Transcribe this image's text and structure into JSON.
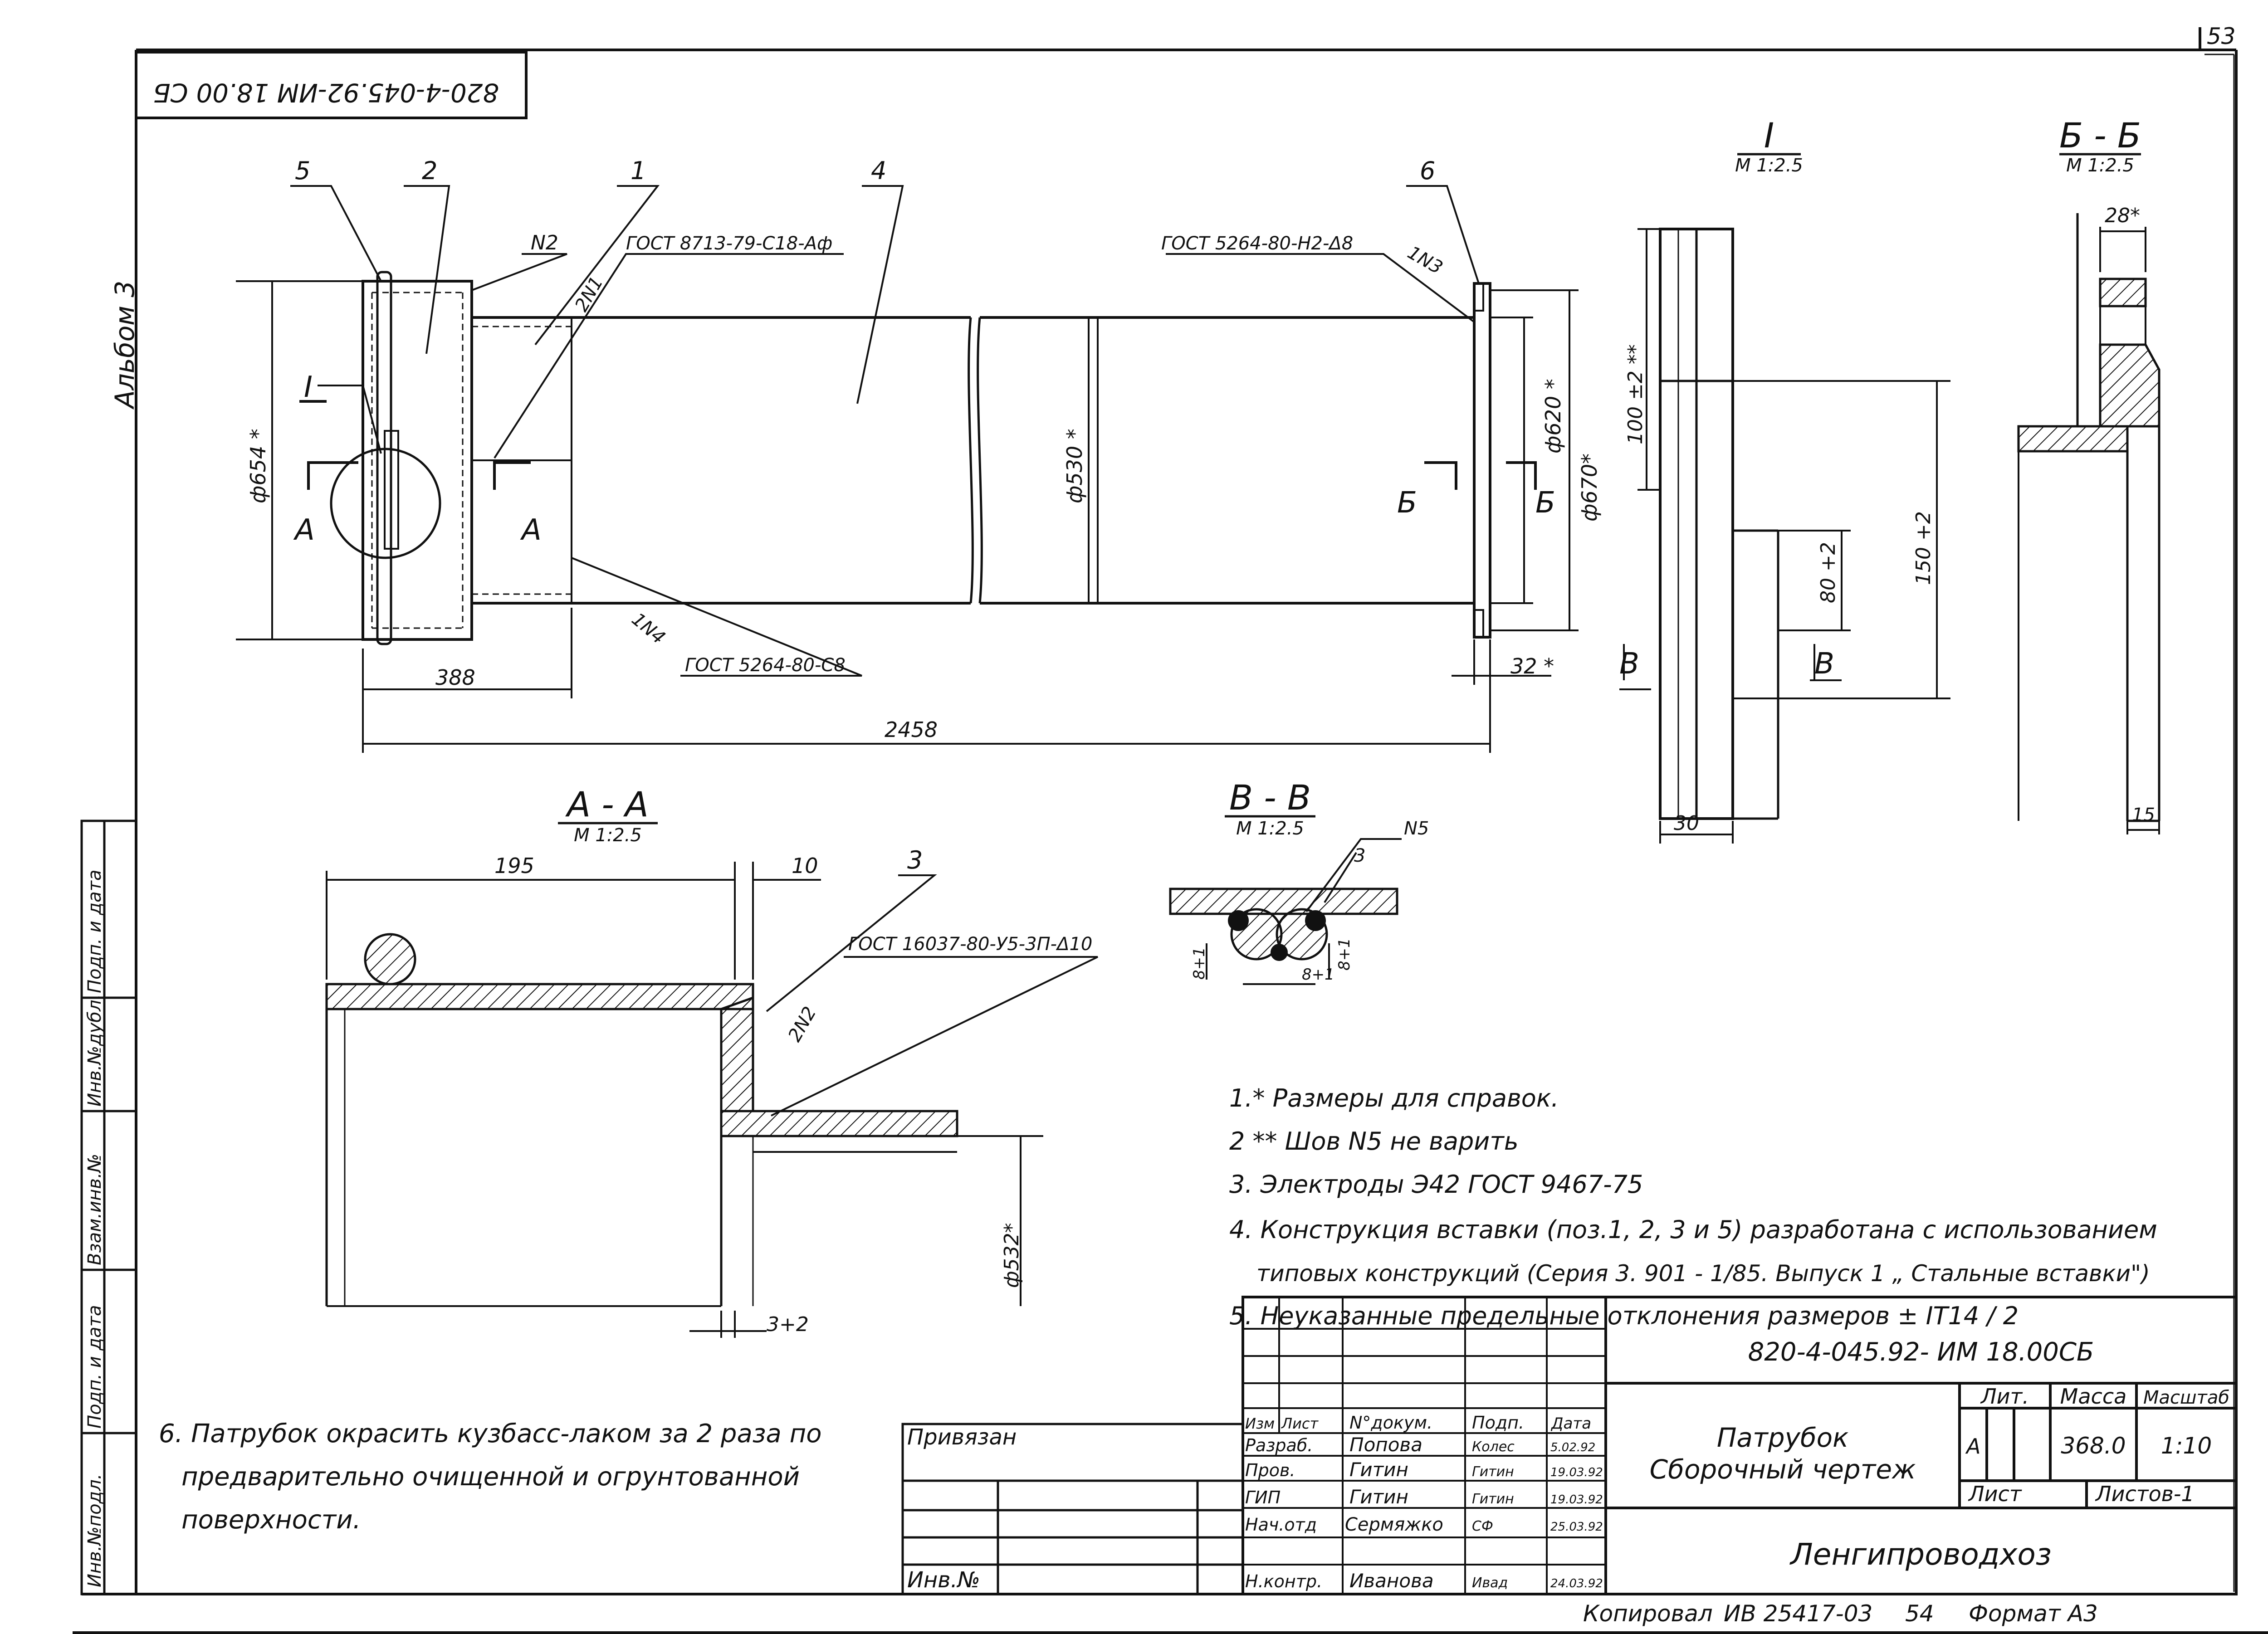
{
  "page_number": "53",
  "album": "Альбом 3",
  "doc_code_top_inverted": "820-4-045.92-ИМ 18.00 СБ",
  "side_stamp": [
    "Инв.№подл.",
    "Подп. и дата",
    "Взам.инв.№",
    "Инв.№дубл.",
    "Подп. и дата"
  ],
  "main_view": {
    "leaders": [
      "5",
      "2",
      "1",
      "4",
      "6"
    ],
    "weld_labels": [
      "N2",
      "2N1",
      "1N3",
      "1N4"
    ],
    "gost_1": "ГОСТ 8713-79-С18-Аф",
    "gost_2": "ГОСТ 5264-80-Н2-Δ8",
    "gost_3": "ГОСТ 5264-80-С8",
    "dims": {
      "d654": "ф654 *",
      "d530": "ф530 *",
      "d620": "ф620 *",
      "d670": "ф670*",
      "l388": "388",
      "l2458": "2458",
      "l32": "32 *"
    },
    "section_marks": [
      "I",
      "А",
      "А",
      "Б",
      "Б"
    ]
  },
  "detail_I": {
    "title": "I",
    "scale": "М 1:2.5",
    "dims": {
      "d100": "100 ±2 **",
      "d150": "150 +2",
      "d80": "80 +2",
      "d30": "30"
    },
    "marks": [
      "В",
      "В"
    ]
  },
  "section_BB": {
    "title": "Б - Б",
    "scale": "М 1:2.5",
    "dims": {
      "d28": "28*",
      "d15": "15"
    }
  },
  "section_AA": {
    "title": "А - А",
    "scale": "М 1:2.5",
    "dims": {
      "d195": "195",
      "d10": "10",
      "d532": "ф532*",
      "d3": "3+2"
    },
    "leader": "3",
    "weld": "2N2",
    "gost": "ГОСТ 16037-80-У5-3П-Δ10"
  },
  "section_VV": {
    "title": "В - В",
    "scale": "М 1:2.5",
    "labels": [
      "N5",
      "3"
    ],
    "dims": [
      "8+1",
      "8+1",
      "8+1"
    ]
  },
  "notes": [
    "1.* Размеры для справок.",
    "2 ** Шов N5 не варить",
    "3. Электроды Э42 ГОСТ 9467-75",
    "4. Конструкция вставки (поз.1, 2, 3 и 5) разработана с использованием",
    "типовых конструкций (Серия 3. 901 - 1/85. Выпуск 1 „ Стальные вставки\")",
    "5. Неуказанные предельные отклонения размеров ± IT14 / 2"
  ],
  "note_6": [
    "6. Патрубок окрасить кузбасс-лаком за 2 раза по",
    "предварительно очищенной и огрунтованной",
    "поверхности."
  ],
  "binding_box": {
    "label": "Привязан",
    "inv": "Инв.№"
  },
  "title_block": {
    "doc_code": "820-4-045.92- ИМ 18.00СБ",
    "name_line1": "Патрубок",
    "name_line2": "Сборочный чертеж",
    "col_headers": [
      "Изм",
      "Лист",
      "N°докум.",
      "Подп.",
      "Дата"
    ],
    "rows": [
      {
        "role": "Разраб.",
        "name": "Попова",
        "sign": "Колес",
        "date": "5.02.92"
      },
      {
        "role": "Пров.",
        "name": "Гитин",
        "sign": "Гитин",
        "date": "19.03.92"
      },
      {
        "role": "ГИП",
        "name": "Гитин",
        "sign": "Гитин",
        "date": "19.03.92"
      },
      {
        "role": "Нач.отд",
        "name": "Сермяжко",
        "sign": "СФ",
        "date": "25.03.92"
      },
      {
        "role": "Н.контр.",
        "name": "Иванова",
        "sign": "Ивад",
        "date": "24.03.92"
      }
    ],
    "lit_header": "Лит.",
    "mass_header": "Масса",
    "scale_header": "Масштаб",
    "lit_value": "А",
    "mass_value": "368.0",
    "scale_value": "1:10",
    "sheet_label": "Лист",
    "sheets_label": "Листов-1",
    "org": "Ленгипроводхоз"
  },
  "footer": {
    "copied": "Копировал",
    "copy_code": "ИВ 25417-03",
    "sheet_no": "54",
    "format": "Формат А3"
  }
}
